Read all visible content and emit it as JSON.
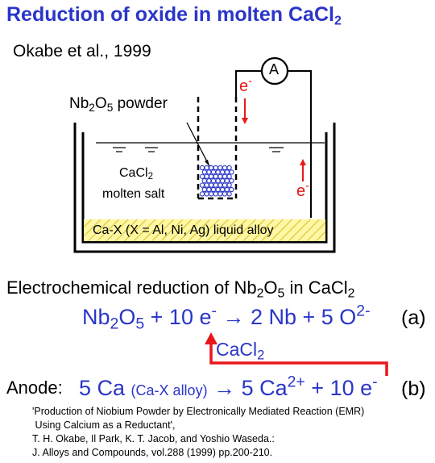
{
  "title": {
    "main": "Reduction of oxide in molten CaCl",
    "sub": "2"
  },
  "citation": "Okabe et al., 1999",
  "diagram": {
    "ammeter_label": "A",
    "electron_top": {
      "text": "e",
      "sup": "-"
    },
    "electron_right": {
      "text": "e",
      "sup": "-"
    },
    "powder_label": {
      "a": "Nb",
      "b": "2",
      "c": "O",
      "d": "5",
      "e": " powder"
    },
    "salt_label_line1": {
      "a": "CaCl",
      "b": "2"
    },
    "salt_label_line2": "molten salt",
    "alloy_label": "Ca-X (X = Al, Ni, Ag) liquid alloy",
    "colors": {
      "electron_arrow": "#e8171b",
      "alloy_fill": "#fff7a6",
      "alloy_hatch": "#e0d24a",
      "particles": "#2a35c8"
    }
  },
  "reaction_heading": {
    "a": "Electrochemical reduction of Nb",
    "b": "2",
    "c": "O",
    "d": "5",
    "e": " in CaCl",
    "f": "2"
  },
  "cathode_eq": {
    "a": "Nb",
    "b": "2",
    "c": "O",
    "d": "5",
    "e": " + 10 e",
    "f": "-",
    "g": " → 2 Nb + 5 O",
    "h": "2-",
    "tag": "(a)"
  },
  "medium": {
    "a": "CaCl",
    "b": "2"
  },
  "anode_eq": {
    "label": "Anode:",
    "a": "5 Ca ",
    "b": "(Ca-X alloy)",
    "c": " → 5 Ca",
    "d": "2+",
    "e": " + 10 e",
    "f": "-",
    "tag": "(b)"
  },
  "reference": {
    "line1": "'Production of Niobium Powder by Electronically Mediated Reaction (EMR)",
    "line2": " Using Calcium as a Reductant',",
    "line3": "T. H. Okabe, Il Park, K. T. Jacob, and Yoshio Waseda.:",
    "line4": "J. Alloys and Compounds, vol.288 (1999) pp.200-210."
  }
}
